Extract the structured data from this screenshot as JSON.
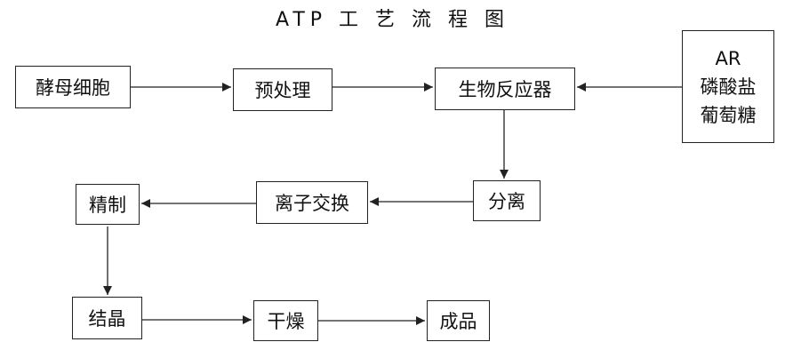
{
  "title": "ATP 工 艺 流 程 图",
  "nodes": {
    "yeast": "酵母细胞",
    "pretreat": "预处理",
    "bioreactor": "生物反应器",
    "raw_ar": "AR",
    "raw_phosphate": "磷酸盐",
    "raw_glucose": "葡萄糖",
    "separation": "分离",
    "ion_exchange": "离子交换",
    "refine": "精制",
    "crystallize": "结晶",
    "dry": "干燥",
    "product": "成品"
  }
}
